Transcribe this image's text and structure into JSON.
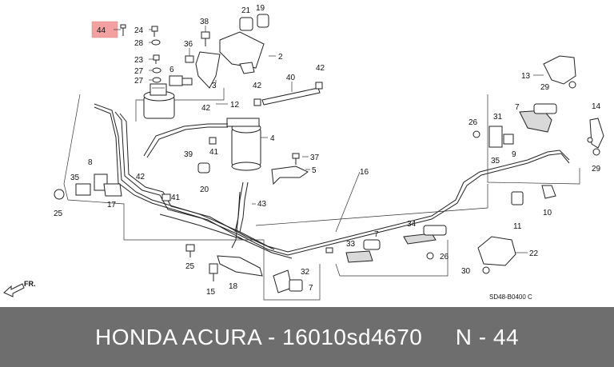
{
  "callouts": {
    "n44": "44",
    "n24": "24",
    "n28": "28",
    "n23": "23",
    "n27a": "27",
    "n27b": "27",
    "n6": "6",
    "n38": "38",
    "n36": "36",
    "n21": "21",
    "n19": "19",
    "n2": "2",
    "n3": "3",
    "n42a": "42",
    "n42b": "42",
    "n42c": "42",
    "n42d": "42",
    "n40": "40",
    "n12": "12",
    "n13": "13",
    "n29a": "29",
    "n29b": "29",
    "n14": "14",
    "n7a": "7",
    "n7b": "7",
    "n7c": "7",
    "n31": "31",
    "n26a": "26",
    "n26b": "26",
    "n9": "9",
    "n35a": "35",
    "n35b": "35",
    "n4": "4",
    "n37": "37",
    "n5": "5",
    "n39": "39",
    "n41a": "41",
    "n41b": "41",
    "n20": "20",
    "n16": "16",
    "n8": "8",
    "n25a": "25",
    "n25b": "25",
    "n17": "17",
    "n43": "43",
    "n10": "10",
    "n11": "11",
    "n22": "22",
    "n34": "34",
    "n33": "33",
    "n30": "30",
    "n32": "32",
    "n15": "15",
    "n18": "18"
  },
  "highlight": {
    "color": "#f2a0a0",
    "part": "44"
  },
  "direction_label": "FR.",
  "diagram_code": "SD48-B0400 C",
  "footer": {
    "text": "HONDA ACURA - 16010sd4670     N - 44",
    "background": "#6e6e6e"
  }
}
